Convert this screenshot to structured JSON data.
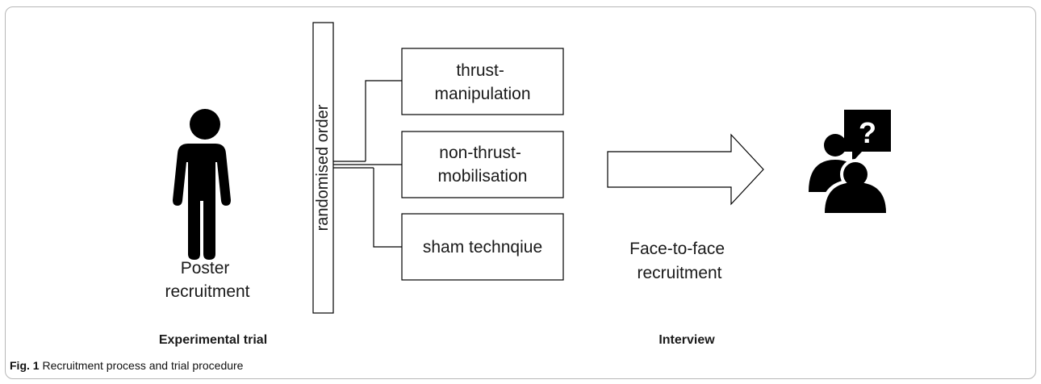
{
  "figure": {
    "poster_recruitment": [
      "Poster",
      "recruitment"
    ],
    "randomisation_label": "randomised order",
    "treatments": [
      [
        "thrust-",
        "manipulation"
      ],
      [
        "non-thrust-",
        "mobilisation"
      ],
      [
        "sham technqiue"
      ]
    ],
    "face_to_face_recruitment": [
      "Face-to-face",
      "recruitment"
    ],
    "interview_question_mark": "?",
    "section_left": "Experimental trial",
    "section_right": "Interview"
  },
  "caption": {
    "label": "Fig. 1",
    "text": "Recruitment process and trial procedure"
  }
}
